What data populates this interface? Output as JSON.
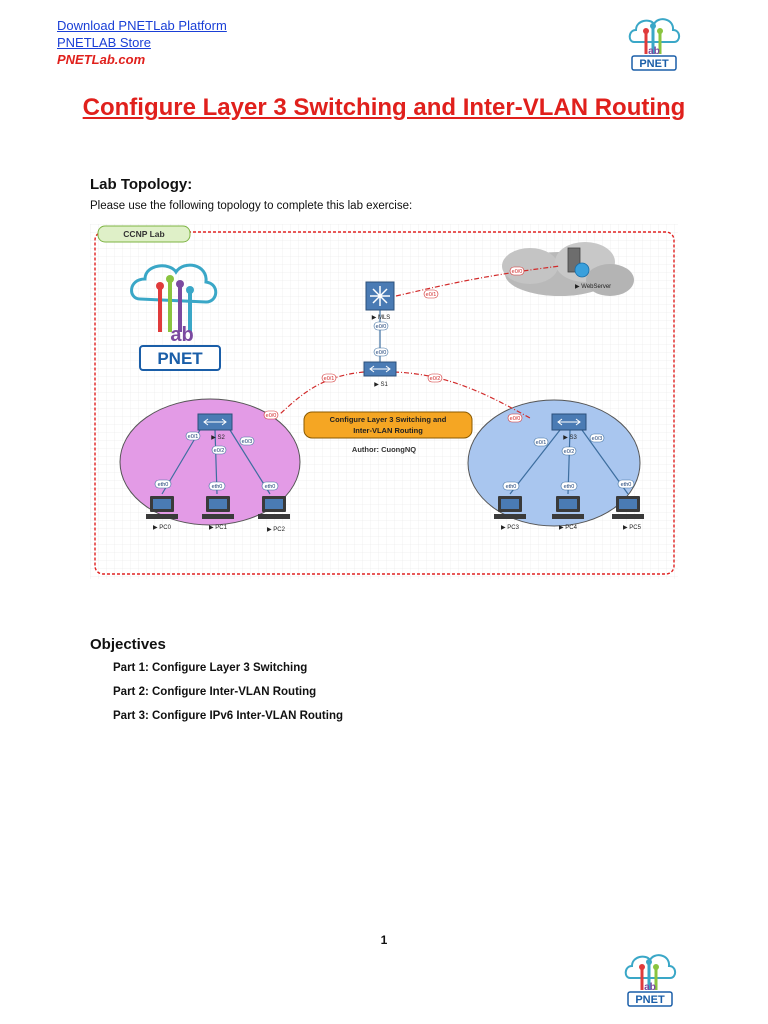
{
  "header": {
    "link_download": "Download PNETLab Platform",
    "link_store": "PNETLAB Store",
    "site": "PNETLab.com"
  },
  "logo": {
    "text": "PNET",
    "lab_text": "ab"
  },
  "title": "Configure Layer 3 Switching and Inter-VLAN Routing",
  "lab_topology": {
    "heading": "Lab Topology:",
    "intro": "Please use the following topology to complete this lab exercise:"
  },
  "diagram": {
    "tab_label": "CCNP Lab",
    "banner_line1": "Configure Layer 3 Switching and",
    "banner_line2": "Inter-VLAN Routing",
    "author": "Author: CuongNQ",
    "nodes": {
      "mls": "MLS",
      "s1": "S1",
      "s2": "S2",
      "s3": "S3",
      "webserver": "WebServer",
      "pc0": "PC0",
      "pc1": "PC1",
      "pc2": "PC2",
      "pc3": "PC3",
      "pc4": "PC4",
      "pc5": "PC5"
    },
    "ports": {
      "mls_web": "e0/1",
      "web": "e0/0",
      "mls_s1": "e0/0",
      "s1_mls": "e0/0",
      "s1_s2": "e0/1",
      "s1_s3": "e0/2",
      "s2_up": "e0/0",
      "s3_up": "e0/0",
      "s2_a": "e0/1",
      "s2_b": "e0/2",
      "s2_c": "e0/3",
      "s3_a": "e0/1",
      "s3_b": "e0/2",
      "s3_c": "e0/3",
      "eth": "eth0"
    },
    "colors": {
      "frame": "#e02020",
      "vlan_left": "#e39be6",
      "vlan_right": "#a9c6ef",
      "banner": "#f5a623"
    }
  },
  "objectives": {
    "heading": "Objectives",
    "items": [
      "Part 1: Configure Layer 3 Switching",
      "Part 2: Configure Inter-VLAN Routing",
      "Part 3: Configure IPv6 Inter-VLAN Routing"
    ]
  },
  "page_number": "1"
}
